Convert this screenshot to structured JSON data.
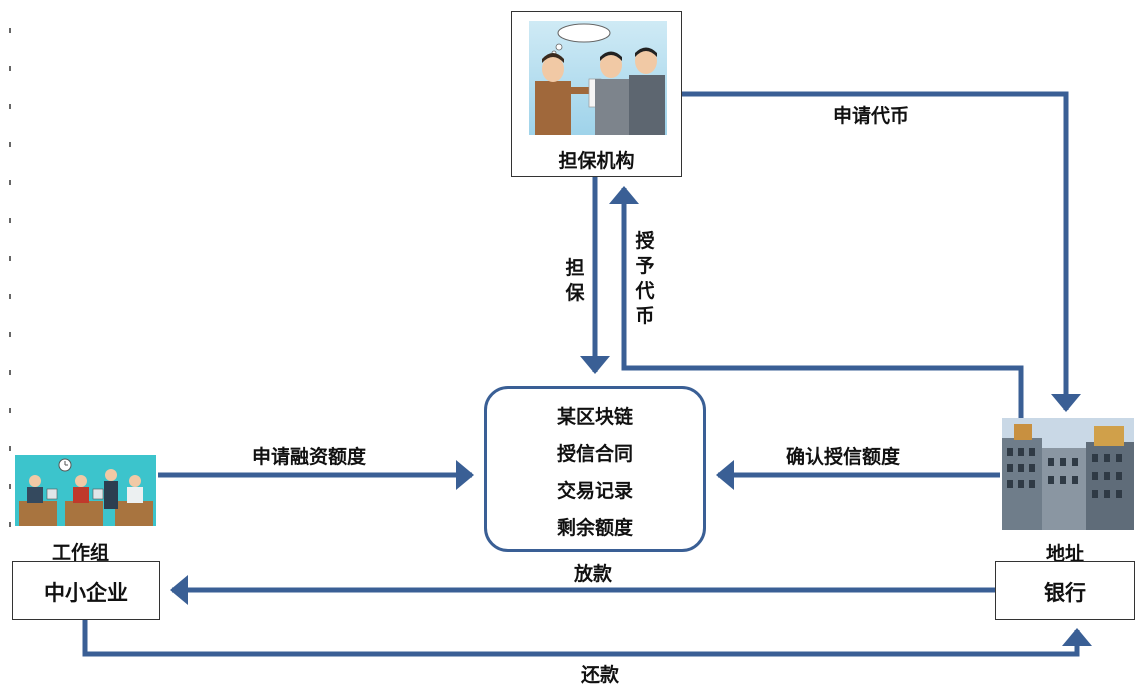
{
  "nodes": {
    "guarantor": {
      "label": "担保机构"
    },
    "smb": {
      "label": "中小企业",
      "caption": "工作组"
    },
    "bank": {
      "label": "银行",
      "caption": "地址"
    },
    "blockchain": {
      "items": [
        "某区块链",
        "授信合同",
        "交易记录",
        "剩余额度"
      ]
    }
  },
  "edges": {
    "apply_token": "申请代币",
    "guarantee": "担保",
    "grant_token": "授予代币",
    "apply_credit": "申请融资额度",
    "confirm_credit": "确认授信额度",
    "loan": "放款",
    "repay": "还款"
  },
  "colors": {
    "arrow": "#3a5f95",
    "bigbox_border": "#3a5f95"
  }
}
